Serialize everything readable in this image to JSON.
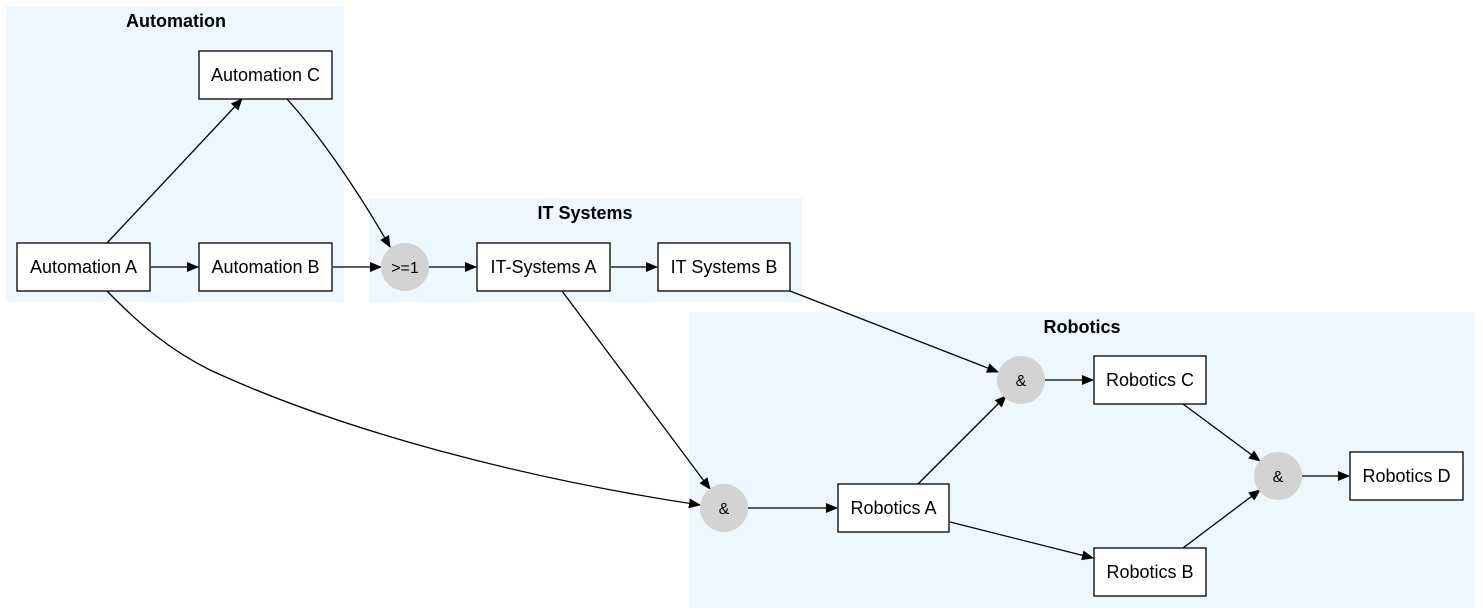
{
  "clusters": {
    "automation": "Automation",
    "it_systems": "IT Systems",
    "robotics": "Robotics"
  },
  "nodes": {
    "automation_a": "Automation A",
    "automation_b": "Automation B",
    "automation_c": "Automation C",
    "it_systems_a": "IT-Systems A",
    "it_systems_b": "IT Systems B",
    "robotics_a": "Robotics A",
    "robotics_b": "Robotics B",
    "robotics_c": "Robotics C",
    "robotics_d": "Robotics D"
  },
  "gates": {
    "or_it": ">=1",
    "and_ra": "&",
    "and_rc": "&",
    "and_rd": "&"
  },
  "colors": {
    "cluster_fill": "#eef6ff",
    "gate_fill": "#d3d3d3"
  }
}
